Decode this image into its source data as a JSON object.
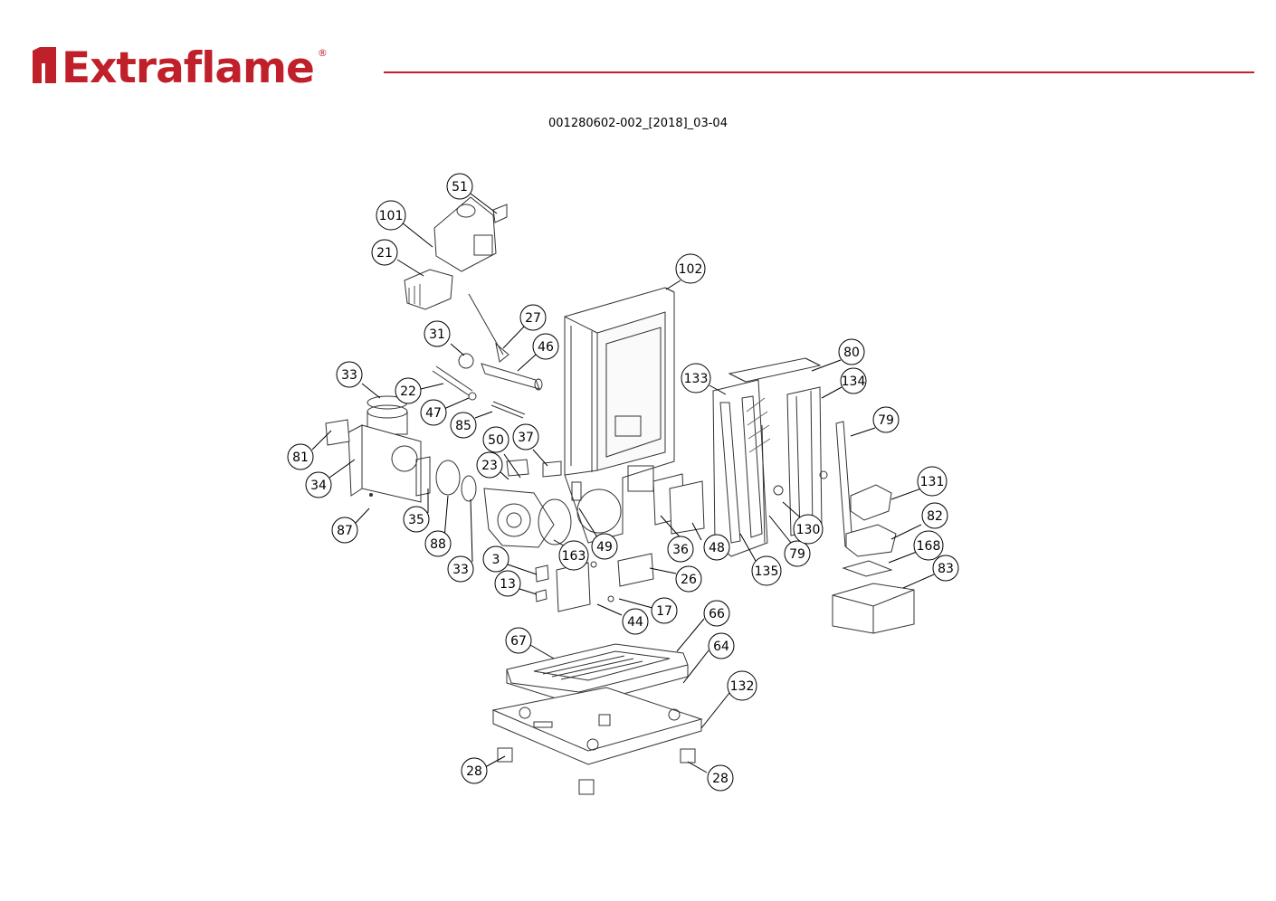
{
  "header": {
    "brand": "Extraflame",
    "registered": "®",
    "document_code": "001280602-002_[2018]_03-04"
  },
  "colors": {
    "brand_red": "#c0202a",
    "line": "#000000"
  },
  "callouts": [
    "51",
    "101",
    "21",
    "102",
    "27",
    "31",
    "46",
    "33",
    "22",
    "47",
    "85",
    "80",
    "133",
    "134",
    "79",
    "50",
    "37",
    "23",
    "81",
    "34",
    "87",
    "35",
    "88",
    "33",
    "163",
    "49",
    "36",
    "48",
    "135",
    "79",
    "130",
    "131",
    "82",
    "168",
    "83",
    "3",
    "13",
    "26",
    "17",
    "44",
    "67",
    "66",
    "64",
    "132",
    "28",
    "28"
  ]
}
